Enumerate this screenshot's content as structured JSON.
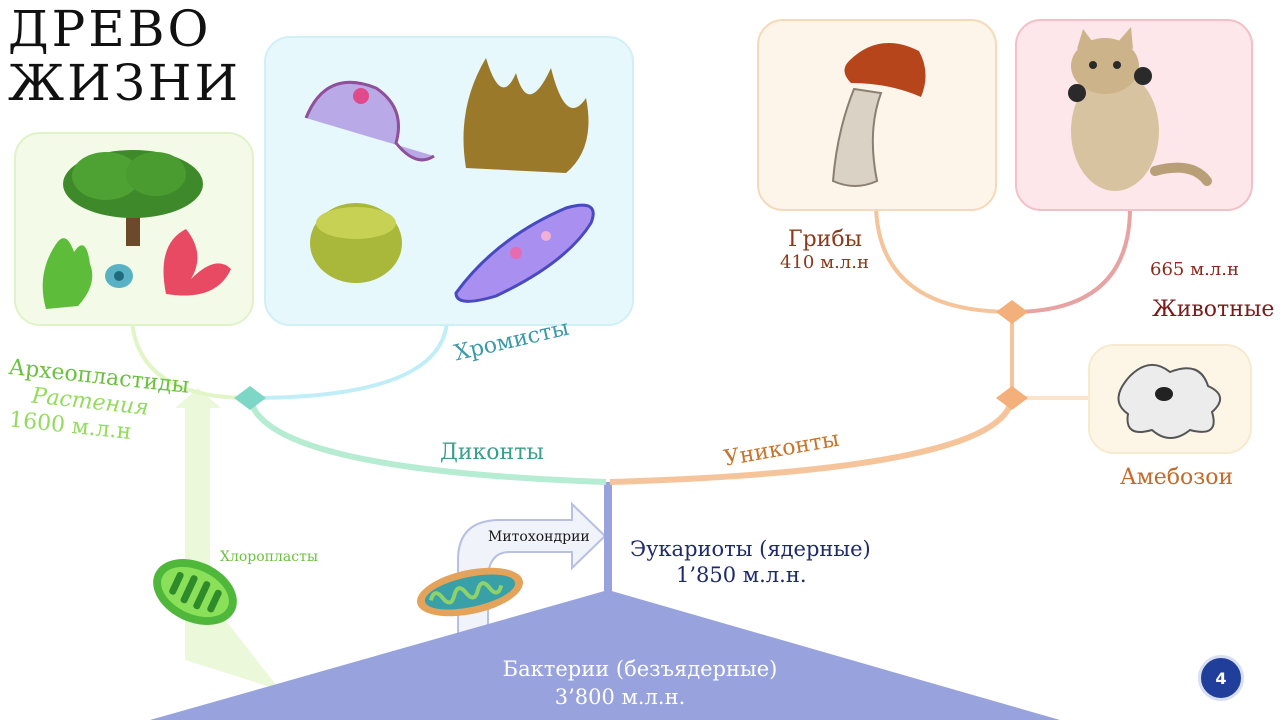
{
  "title": {
    "line1": "ДРЕВО",
    "line2": "ЖИЗНИ"
  },
  "groups": {
    "archaeplastida": {
      "name": "Археопластиды",
      "sub": "Растения",
      "age": "1600 м.л.н"
    },
    "chromista": {
      "name": "Хромисты"
    },
    "diconta": {
      "name": "Диконты"
    },
    "uniconta": {
      "name": "Униконты"
    },
    "fungi": {
      "name": "Грибы",
      "age": "410 м.л.н"
    },
    "animals": {
      "name": "Животные",
      "age": "665 м.л.н"
    },
    "amoebozoa": {
      "name": "Амебозои"
    },
    "eukaryotes": {
      "name": "Эукариоты (ядерные)",
      "age": "1’850 м.л.н."
    },
    "bacteria": {
      "name": "Бактерии (безъядерные)",
      "age": "3’800 м.л.н."
    }
  },
  "organelles": {
    "mitochondria": "Митохондрии",
    "chloroplasts": "Хлоропласты"
  },
  "page_number": "4",
  "colors": {
    "green": "#7ccf55",
    "teal": "#3a9e9e",
    "orange": "#d27a3a",
    "brown": "#8a2a1a",
    "navy": "#1d2a6b",
    "bacteria": "#98a3dd"
  }
}
